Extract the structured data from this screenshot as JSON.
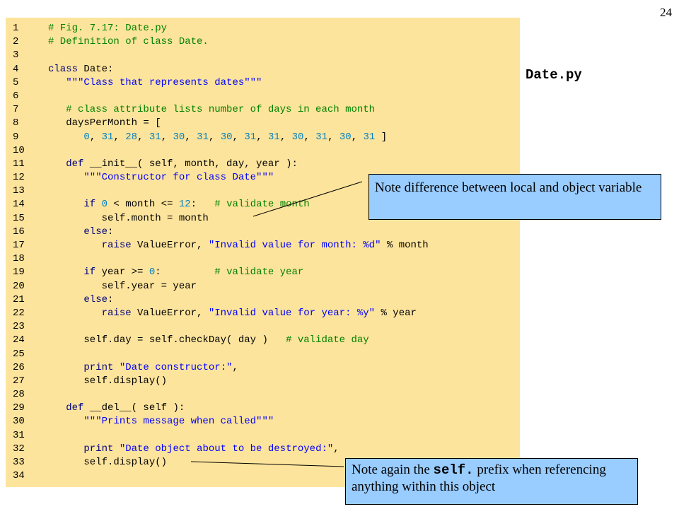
{
  "slide_number": "24",
  "file_label": "Date.py",
  "code_lines": [
    [
      {
        "t": "cm",
        "v": "# Fig. 7.17: Date.py"
      }
    ],
    [
      {
        "t": "cm",
        "v": "# Definition of class Date."
      }
    ],
    [],
    [
      {
        "t": "kw",
        "v": "class"
      },
      {
        "t": "id",
        "v": " Date:"
      }
    ],
    [
      {
        "t": "st",
        "v": "   \"\"\"Class that represents dates\"\"\""
      }
    ],
    [],
    [
      {
        "t": "cm",
        "v": "   # class attribute lists number of days in each month"
      }
    ],
    [
      {
        "t": "id",
        "v": "   daysPerMonth = ["
      }
    ],
    [
      {
        "t": "id",
        "v": "      "
      },
      {
        "t": "nm",
        "v": "0"
      },
      {
        "t": "id",
        "v": ", "
      },
      {
        "t": "nm",
        "v": "31"
      },
      {
        "t": "id",
        "v": ", "
      },
      {
        "t": "nm",
        "v": "28"
      },
      {
        "t": "id",
        "v": ", "
      },
      {
        "t": "nm",
        "v": "31"
      },
      {
        "t": "id",
        "v": ", "
      },
      {
        "t": "nm",
        "v": "30"
      },
      {
        "t": "id",
        "v": ", "
      },
      {
        "t": "nm",
        "v": "31"
      },
      {
        "t": "id",
        "v": ", "
      },
      {
        "t": "nm",
        "v": "30"
      },
      {
        "t": "id",
        "v": ", "
      },
      {
        "t": "nm",
        "v": "31"
      },
      {
        "t": "id",
        "v": ", "
      },
      {
        "t": "nm",
        "v": "31"
      },
      {
        "t": "id",
        "v": ", "
      },
      {
        "t": "nm",
        "v": "30"
      },
      {
        "t": "id",
        "v": ", "
      },
      {
        "t": "nm",
        "v": "31"
      },
      {
        "t": "id",
        "v": ", "
      },
      {
        "t": "nm",
        "v": "30"
      },
      {
        "t": "id",
        "v": ", "
      },
      {
        "t": "nm",
        "v": "31"
      },
      {
        "t": "id",
        "v": " ]"
      }
    ],
    [],
    [
      {
        "t": "kw",
        "v": "   def"
      },
      {
        "t": "id",
        "v": " __init__( self, month, day, year ):"
      }
    ],
    [
      {
        "t": "st",
        "v": "      \"\"\"Constructor for class Date\"\"\""
      }
    ],
    [],
    [
      {
        "t": "kw",
        "v": "      if"
      },
      {
        "t": "id",
        "v": " "
      },
      {
        "t": "nm",
        "v": "0"
      },
      {
        "t": "id",
        "v": " < month <= "
      },
      {
        "t": "nm",
        "v": "12"
      },
      {
        "t": "id",
        "v": ":   "
      },
      {
        "t": "cm",
        "v": "# validate month"
      }
    ],
    [
      {
        "t": "id",
        "v": "         self.month = month"
      }
    ],
    [
      {
        "t": "kw",
        "v": "      else"
      },
      {
        "t": "id",
        "v": ":"
      }
    ],
    [
      {
        "t": "kw",
        "v": "         raise"
      },
      {
        "t": "id",
        "v": " ValueError, "
      },
      {
        "t": "st",
        "v": "\"Invalid value for month: %d\""
      },
      {
        "t": "id",
        "v": " % month"
      }
    ],
    [],
    [
      {
        "t": "kw",
        "v": "      if"
      },
      {
        "t": "id",
        "v": " year >= "
      },
      {
        "t": "nm",
        "v": "0"
      },
      {
        "t": "id",
        "v": ":         "
      },
      {
        "t": "cm",
        "v": "# validate year"
      }
    ],
    [
      {
        "t": "id",
        "v": "         self.year = year"
      }
    ],
    [
      {
        "t": "kw",
        "v": "      else"
      },
      {
        "t": "id",
        "v": ":"
      }
    ],
    [
      {
        "t": "kw",
        "v": "         raise"
      },
      {
        "t": "id",
        "v": " ValueError, "
      },
      {
        "t": "st",
        "v": "\"Invalid value for year: %y\""
      },
      {
        "t": "id",
        "v": " % year"
      }
    ],
    [],
    [
      {
        "t": "id",
        "v": "      self.day = self.checkDay( day )   "
      },
      {
        "t": "cm",
        "v": "# validate day"
      }
    ],
    [],
    [
      {
        "t": "kw",
        "v": "      print"
      },
      {
        "t": "id",
        "v": " "
      },
      {
        "t": "st",
        "v": "\"Date constructor:\""
      },
      {
        "t": "id",
        "v": ","
      }
    ],
    [
      {
        "t": "id",
        "v": "      self.display()"
      }
    ],
    [],
    [
      {
        "t": "kw",
        "v": "   def"
      },
      {
        "t": "id",
        "v": " __del__( self ):"
      }
    ],
    [
      {
        "t": "st",
        "v": "      \"\"\"Prints message when called\"\"\""
      }
    ],
    [],
    [
      {
        "t": "kw",
        "v": "      print"
      },
      {
        "t": "id",
        "v": " "
      },
      {
        "t": "st",
        "v": "\"Date object about to be destroyed:\""
      },
      {
        "t": "id",
        "v": ","
      }
    ],
    [
      {
        "t": "id",
        "v": "      self.display()"
      }
    ],
    []
  ],
  "callouts": {
    "local_vs_object": "Note difference between local and object variable",
    "self_prefix": {
      "before": "Note again the ",
      "code": "self.",
      "after": " prefix when referencing anything within this object"
    }
  },
  "colors": {
    "code_background": "#fde49c",
    "callout_background": "#99ccff",
    "keyword": "#000080",
    "comment": "#008000",
    "string": "#0000ff",
    "number": "#0080c0"
  }
}
